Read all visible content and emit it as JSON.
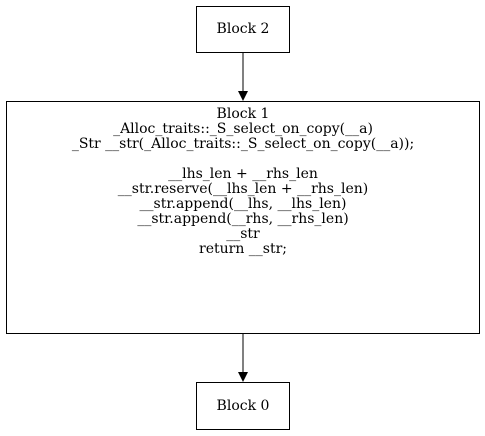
{
  "nodes": {
    "block2": {
      "title": "Block 2"
    },
    "block1": {
      "title": "Block 1",
      "lines": [
        "_Alloc_traits::_S_select_on_copy(__a)",
        "_Str __str(_Alloc_traits::_S_select_on_copy(__a));",
        "",
        "__lhs_len + __rhs_len",
        "__str.reserve(__lhs_len + __rhs_len)",
        "__str.append(__lhs, __lhs_len)",
        "__str.append(__rhs, __rhs_len)",
        "__str",
        "return __str;"
      ]
    },
    "block0": {
      "title": "Block 0"
    }
  },
  "edges": [
    {
      "from": "block2",
      "to": "block1"
    },
    {
      "from": "block1",
      "to": "block0"
    }
  ]
}
